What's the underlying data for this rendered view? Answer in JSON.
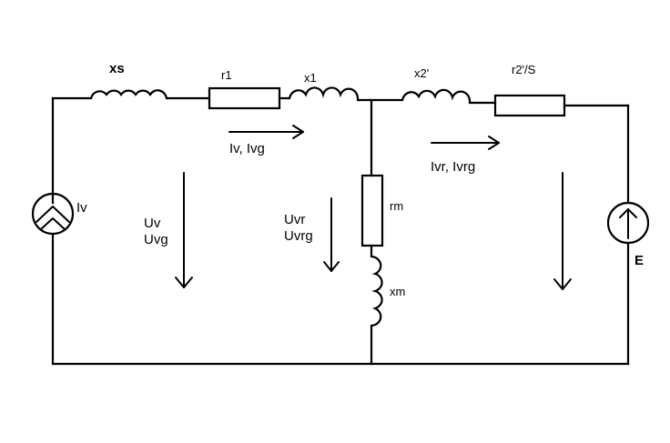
{
  "labels": {
    "xs": "xs",
    "r1": "r1",
    "x1": "x1",
    "x2p": "x2'",
    "r2s": "r2'/S",
    "rm": "rm",
    "xm": "xm",
    "iv_source": "Iv",
    "e_source": "E",
    "current_iv": "Iv, Ivg",
    "current_ivr": "Ivr, Ivrg",
    "voltage_uv": "Uv",
    "voltage_uvg": "Uvg",
    "voltage_uvr": "Uvr",
    "voltage_uvrg": "Uvrg"
  },
  "icons": {
    "current_source_left": "double-chevron-up-icon",
    "current_source_right": "arrow-up-icon"
  }
}
